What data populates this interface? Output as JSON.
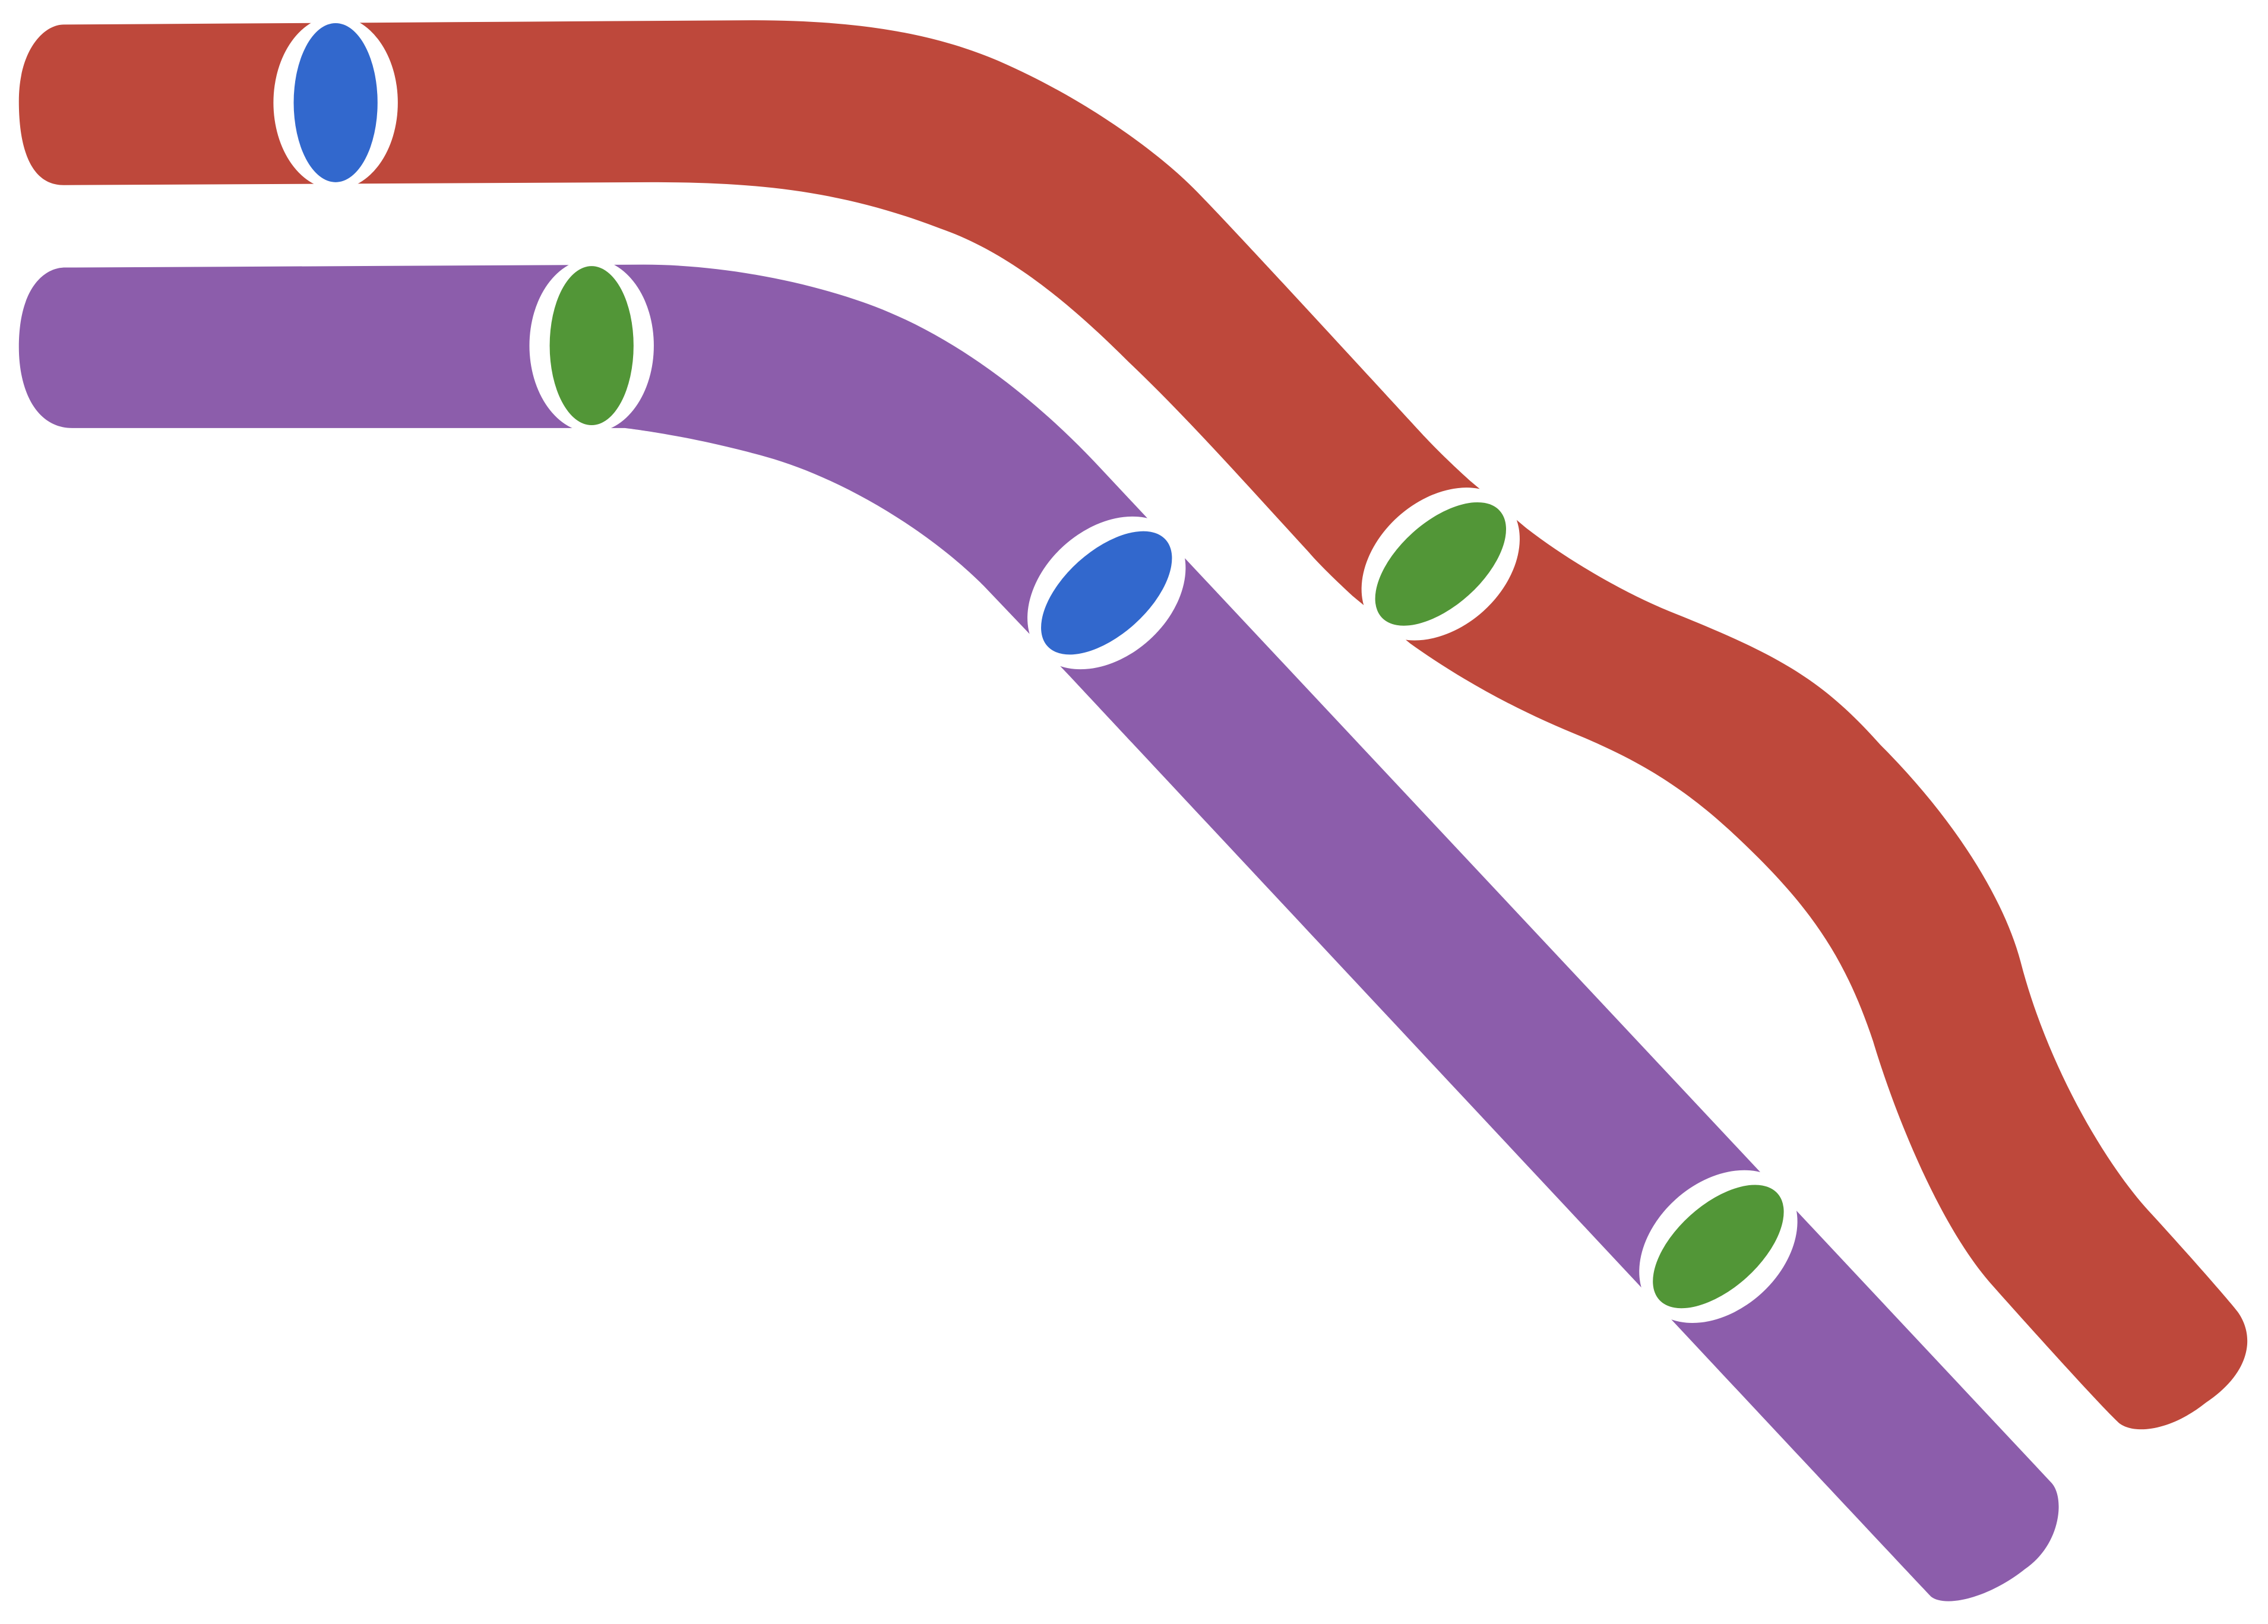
{
  "diagram": {
    "colors": {
      "red_tube": "#BE483B",
      "purple_tube": "#8C5DAB",
      "blue_joint": "#3268CD",
      "green_joint": "#529637",
      "ring": "#FFFFFF"
    },
    "tubes": [
      {
        "id": "red",
        "color_key": "red_tube",
        "joints": [
          "blue",
          "green"
        ]
      },
      {
        "id": "purple",
        "color_key": "purple_tube",
        "joints": [
          "green",
          "blue",
          "green"
        ]
      }
    ]
  }
}
